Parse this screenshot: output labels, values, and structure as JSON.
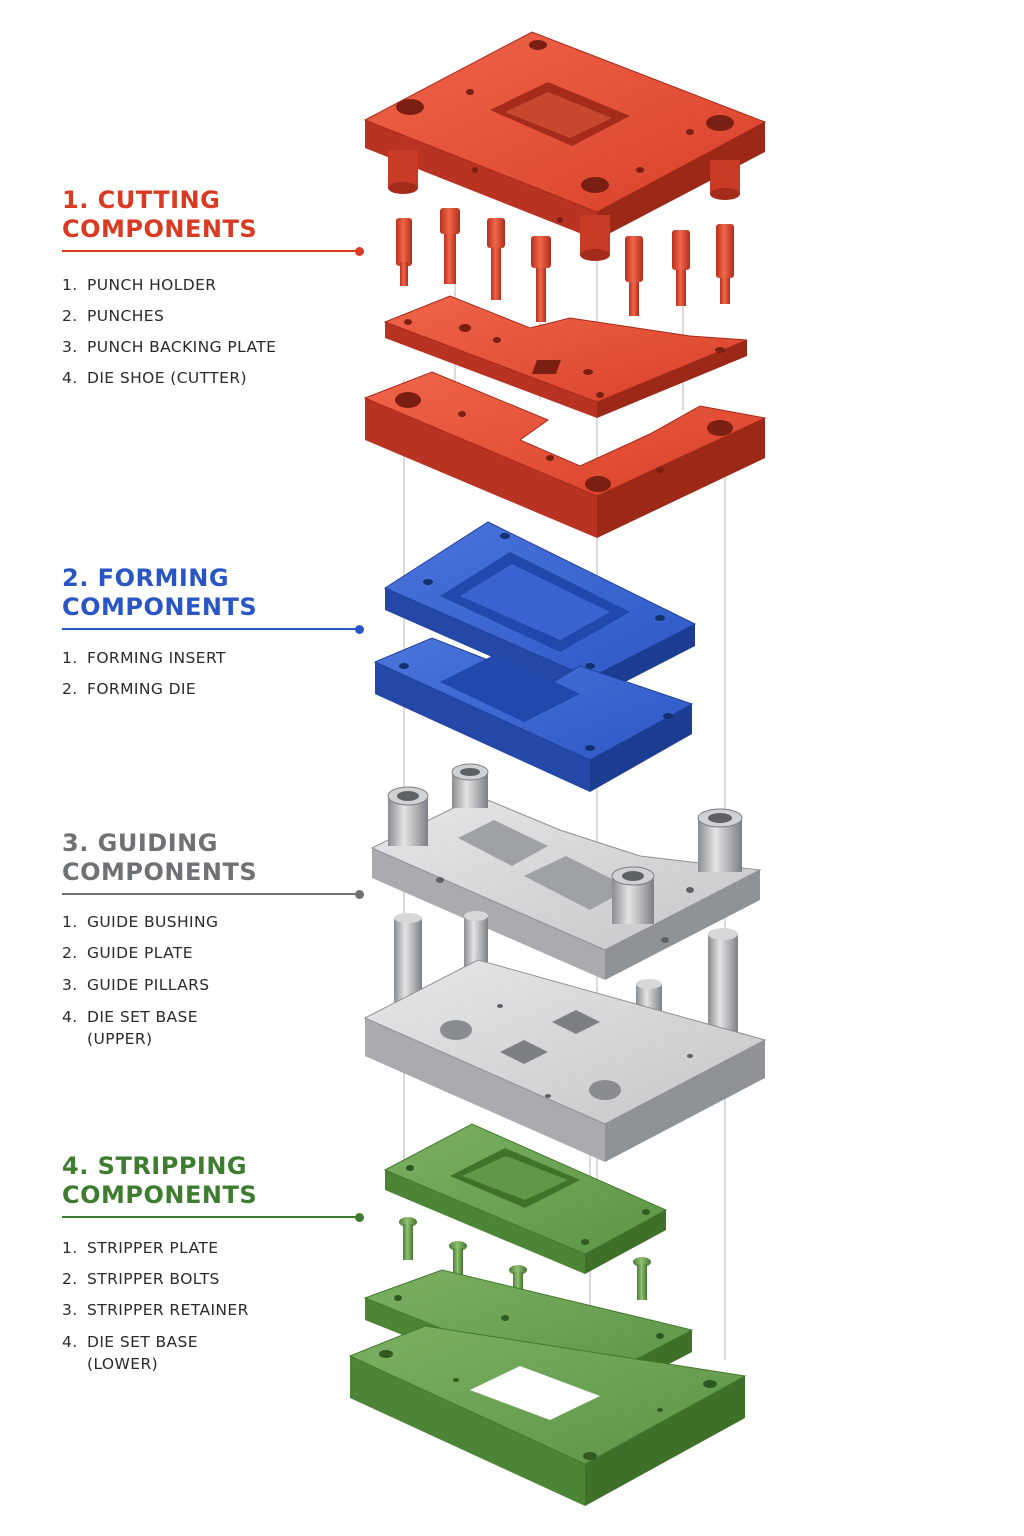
{
  "colors": {
    "cutting": "#d93a22",
    "forming": "#2a55c4",
    "guiding": "#6f7275",
    "stripping": "#3e7d2f"
  },
  "sections": [
    {
      "title_line1": "1. CUTTING",
      "title_line2": "COMPONENTS",
      "items": [
        {
          "num": "1.",
          "label": "PUNCH HOLDER"
        },
        {
          "num": "2.",
          "label": "PUNCHES"
        },
        {
          "num": "3.",
          "label": "PUNCH BACKING PLATE"
        },
        {
          "num": "4.",
          "label": "DIE SHOE (CUTTER)"
        }
      ]
    },
    {
      "title_line1": "2. FORMING",
      "title_line2": "COMPONENTS",
      "items": [
        {
          "num": "1.",
          "label": "FORMING INSERT"
        },
        {
          "num": "2.",
          "label": "FORMING DIE"
        }
      ]
    },
    {
      "title_line1": "3. GUIDING",
      "title_line2": "COMPONENTS",
      "items": [
        {
          "num": "1.",
          "label": "GUIDE BUSHING"
        },
        {
          "num": "2.",
          "label": "GUIDE PLATE"
        },
        {
          "num": "3.",
          "label": "GUIDE PILLARS"
        },
        {
          "num": "4.",
          "label": "DIE SET BASE",
          "label2": "(UPPER)"
        }
      ]
    },
    {
      "title_line1": "4. STRIPPING",
      "title_line2": "COMPONENTS",
      "items": [
        {
          "num": "1.",
          "label": "STRIPPER PLATE"
        },
        {
          "num": "2.",
          "label": "STRIPPER BOLTS"
        },
        {
          "num": "3.",
          "label": "STRIPPER RETAINER"
        },
        {
          "num": "4.",
          "label": "DIE SET BASE",
          "label2": "(LOWER)"
        }
      ]
    }
  ]
}
